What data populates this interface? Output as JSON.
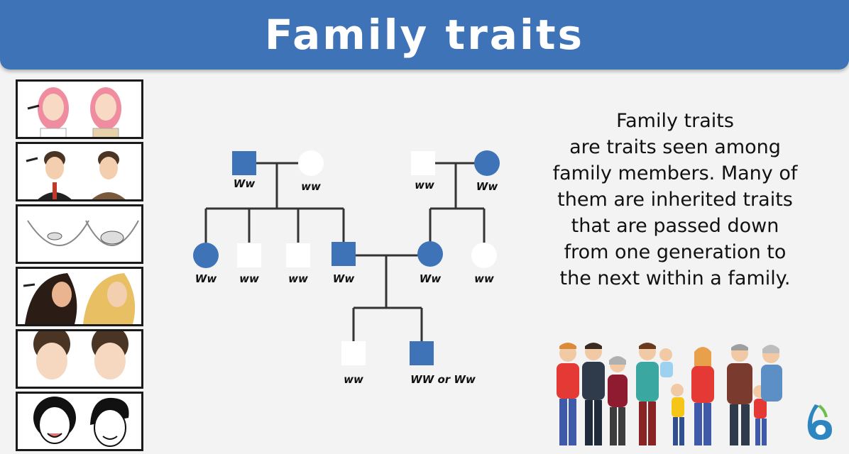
{
  "header": {
    "title": "Family traits"
  },
  "definition": {
    "lines": [
      "Family traits",
      "are traits seen among",
      "family members. Many of",
      "them are inherited traits",
      "that are passed down",
      "from one generation to",
      "the next within a family."
    ]
  },
  "pedigree": {
    "colors": {
      "affected": "#3f73b8",
      "unaffected": "#ffffff",
      "line": "#333333"
    },
    "generation1": [
      {
        "shape": "square",
        "affected": true,
        "genotype": "Ww"
      },
      {
        "shape": "circle",
        "affected": false,
        "genotype": "ww"
      },
      {
        "shape": "square",
        "affected": false,
        "genotype": "ww"
      },
      {
        "shape": "circle",
        "affected": true,
        "genotype": "Ww"
      }
    ],
    "generation2": [
      {
        "shape": "circle",
        "affected": true,
        "genotype": "Ww"
      },
      {
        "shape": "square",
        "affected": false,
        "genotype": "ww"
      },
      {
        "shape": "square",
        "affected": false,
        "genotype": "ww"
      },
      {
        "shape": "square",
        "affected": true,
        "genotype": "Ww"
      },
      {
        "shape": "circle",
        "affected": true,
        "genotype": "Ww"
      },
      {
        "shape": "circle",
        "affected": false,
        "genotype": "ww"
      }
    ],
    "generation3": [
      {
        "shape": "square",
        "affected": false,
        "genotype": "ww"
      },
      {
        "shape": "square",
        "affected": true,
        "genotype": "WW or Ww"
      }
    ]
  },
  "trait_strip": {
    "tiles": [
      "hair-color-pair",
      "hairline-pair",
      "dimples-pair",
      "wavy-hair-pair",
      "curly-hair-pair",
      "smile-pair"
    ]
  },
  "family_illustration": {
    "icon": "family-group-icon"
  },
  "logo": {
    "icon": "brand-logo-icon"
  }
}
